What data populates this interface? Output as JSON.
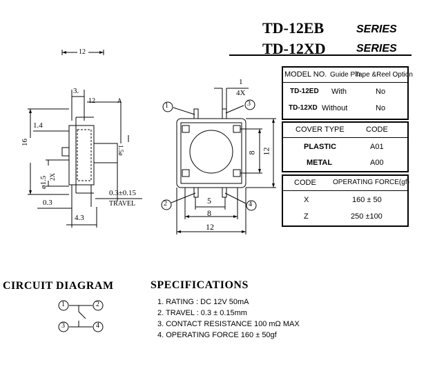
{
  "title": {
    "model1": "TD-12EB",
    "series1": "SERIES",
    "model2": "TD-12XD",
    "series2": "SERIES"
  },
  "model_table": {
    "headers": [
      "MODEL NO.",
      "Guide Pin",
      "Tape &Reel Option"
    ],
    "rows": [
      [
        "TD-12ED",
        "With",
        "No"
      ],
      [
        "TD-12XD",
        "Without",
        "No"
      ]
    ]
  },
  "cover_table": {
    "headers": [
      "COVER TYPE",
      "CODE"
    ],
    "rows": [
      [
        "PLASTIC",
        "A01"
      ],
      [
        "METAL",
        "A00"
      ]
    ]
  },
  "force_table": {
    "headers": [
      "CODE",
      "OPERATING FORCE(gf)"
    ],
    "rows": [
      [
        "X",
        "160 ± 50"
      ],
      [
        "Z",
        "250 ±100"
      ]
    ]
  },
  "side_view": {
    "top_dim": "12",
    "dim_3": "3.",
    "dim_1_4": "1.4",
    "dim_16": "16",
    "dim_dia": "ø1.5",
    "dim_2x": "2X",
    "dim_a": "A",
    "dim_vert": "1.5ø",
    "dim_0_3": "0.3",
    "dim_4_3": "4.3",
    "travel_value": "0.3±0.15",
    "travel_label": "TRAVEL"
  },
  "top_view": {
    "dim_1": "1",
    "dim_4x": "4X",
    "pin1": "1",
    "pin2": "2",
    "pin3": "3",
    "pin4": "4",
    "dim_5": "5",
    "dim_8_bottom": "8",
    "dim_12_bottom": "12",
    "dim_8_right": "8",
    "dim_12_right": "12"
  },
  "circuit": {
    "title": "CIRCUIT DIAGRAM",
    "p1": "1",
    "p2": "2",
    "p3": "3",
    "p4": "4"
  },
  "specs": {
    "title": "SPECIFICATIONS",
    "items": [
      "1. RATING : DC 12V  50mA",
      "2. TRAVEL : 0.3 ± 0.15mm",
      "3. CONTACT RESISTANCE 100 mΩ MAX",
      "4. OPERATING FORCE 160 ± 50gf"
    ]
  }
}
